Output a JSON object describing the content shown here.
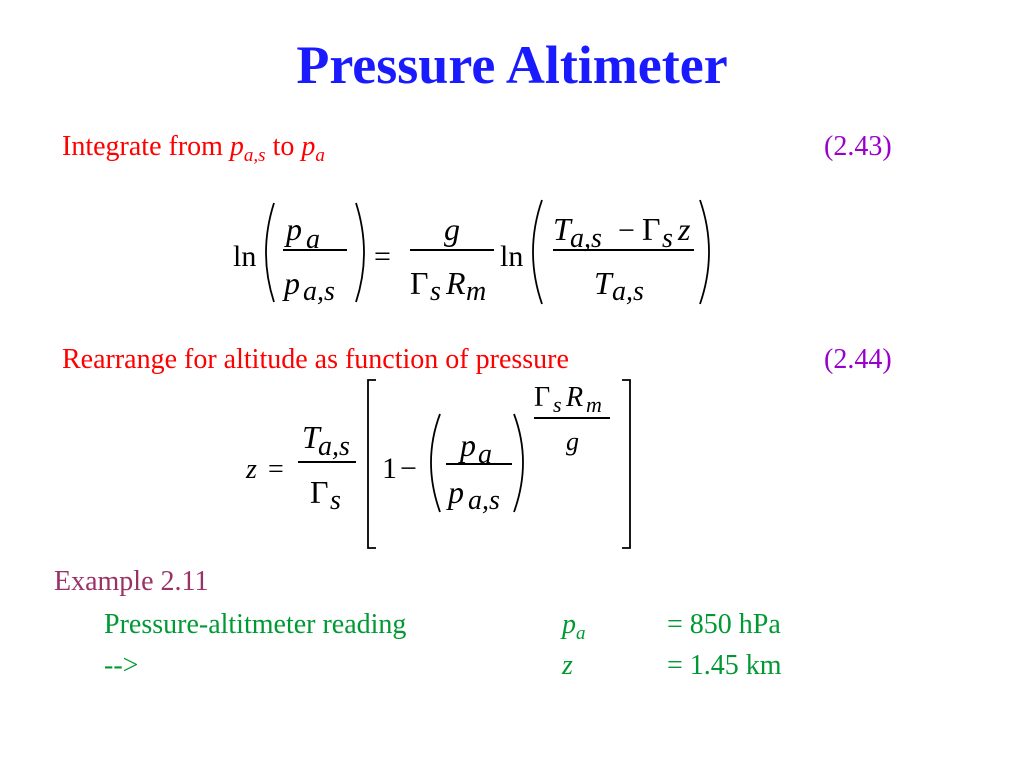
{
  "slide": {
    "title": "Pressure Altimeter"
  },
  "step1": {
    "text": "Integrate from ",
    "var1": "p",
    "var1_sub": "a,s",
    "mid": " to ",
    "var2": "p",
    "var2_sub": "a",
    "eq_number": "(2.43)"
  },
  "eq1": {
    "ln": "ln",
    "p": "p",
    "a": "a",
    "as": "a,s",
    "equals": "=",
    "g": "g",
    "gamma": "Γ",
    "s": "s",
    "R": "R",
    "m": "m",
    "T": "T",
    "minus": "−",
    "z": "z"
  },
  "step2": {
    "text": "Rearrange for altitude as function of pressure",
    "eq_number": "(2.44)"
  },
  "eq2": {
    "z": "z",
    "equals": "=",
    "T": "T",
    "as": "a,s",
    "gamma": "Γ",
    "s": "s",
    "one": "1",
    "minus": "−",
    "p": "p",
    "a": "a",
    "R": "R",
    "m": "m",
    "g": "g"
  },
  "example": {
    "title": "Example 2.11",
    "row1_label": "Pressure-altitmeter reading",
    "row1_var": "p",
    "row1_sub": "a",
    "row1_value": "= 850 hPa",
    "row2_label": "-->",
    "row2_var": "z",
    "row2_value": "= 1.45 km"
  }
}
